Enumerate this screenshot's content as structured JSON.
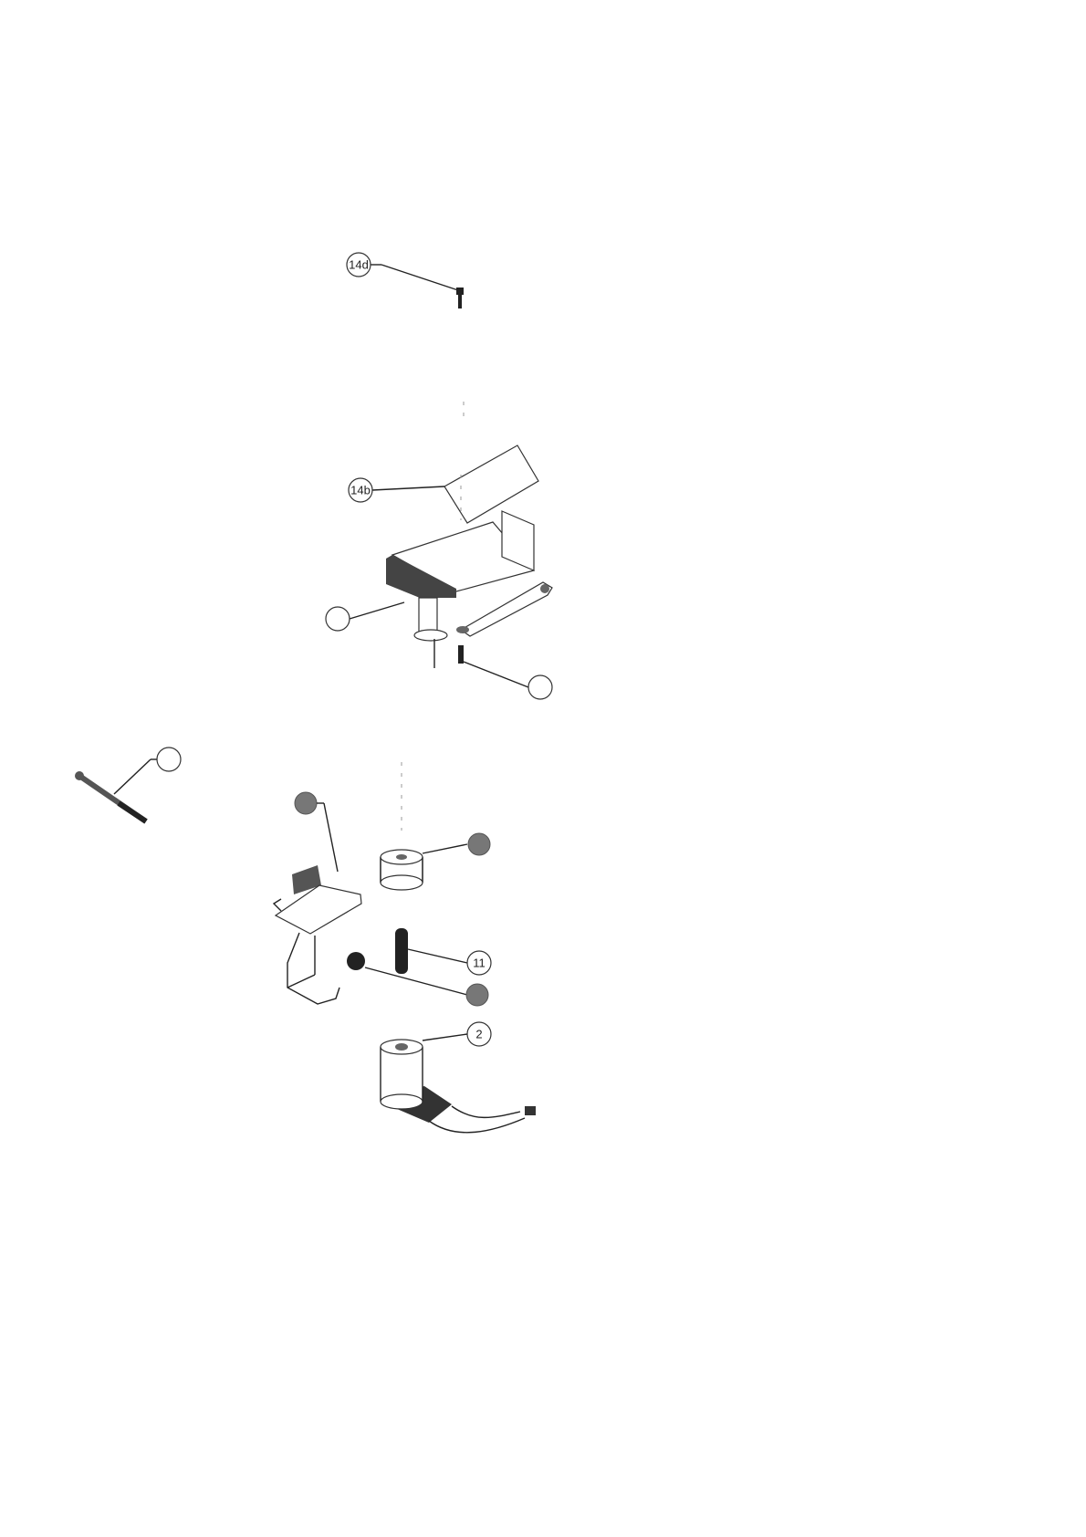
{
  "diagram": {
    "type": "exploded-parts-view",
    "callouts": {
      "part_14d": "14d",
      "part_14b": "14b",
      "part_11": "11",
      "part_2": "2"
    },
    "colors": {
      "line": "#222222",
      "shaded": "#777777"
    }
  }
}
